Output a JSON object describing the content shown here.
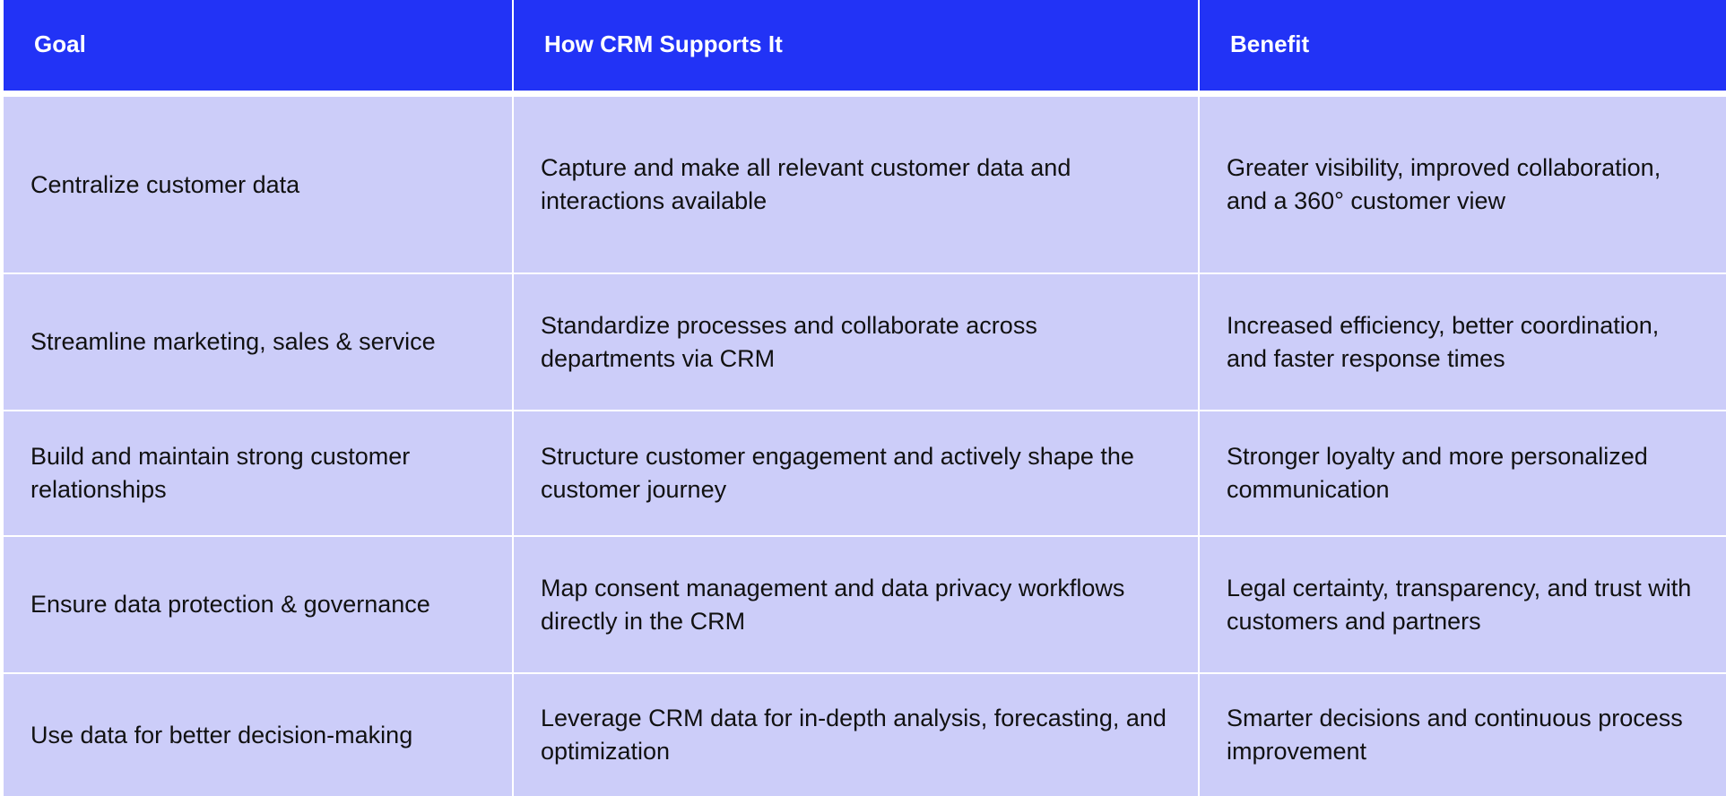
{
  "headers": [
    "Goal",
    "How CRM Supports It",
    "Benefit"
  ],
  "rows": [
    {
      "goal": "Centralize customer data",
      "support": "Capture and make all relevant customer data and interactions available",
      "benefit": "Greater visibility, improved collaboration, and a 360° customer view"
    },
    {
      "goal": "Streamline marketing, sales & service",
      "support": "Standardize processes and collaborate across departments via CRM",
      "benefit": "Increased efficiency, better coordination, and faster response times"
    },
    {
      "goal": "Build and maintain strong customer relationships",
      "support": "Structure customer engagement and actively shape the customer journey",
      "benefit": "Stronger loyalty and more personalized communication"
    },
    {
      "goal": "Ensure data protection & governance",
      "support": "Map consent management and data privacy workflows directly in the CRM",
      "benefit": "Legal certainty, transparency, and trust with customers and partners"
    },
    {
      "goal": "Use data for better decision-making",
      "support": "Leverage CRM data for in-depth analysis, forecasting, and optimization",
      "benefit": "Smarter decisions and continuous process improvement"
    }
  ]
}
